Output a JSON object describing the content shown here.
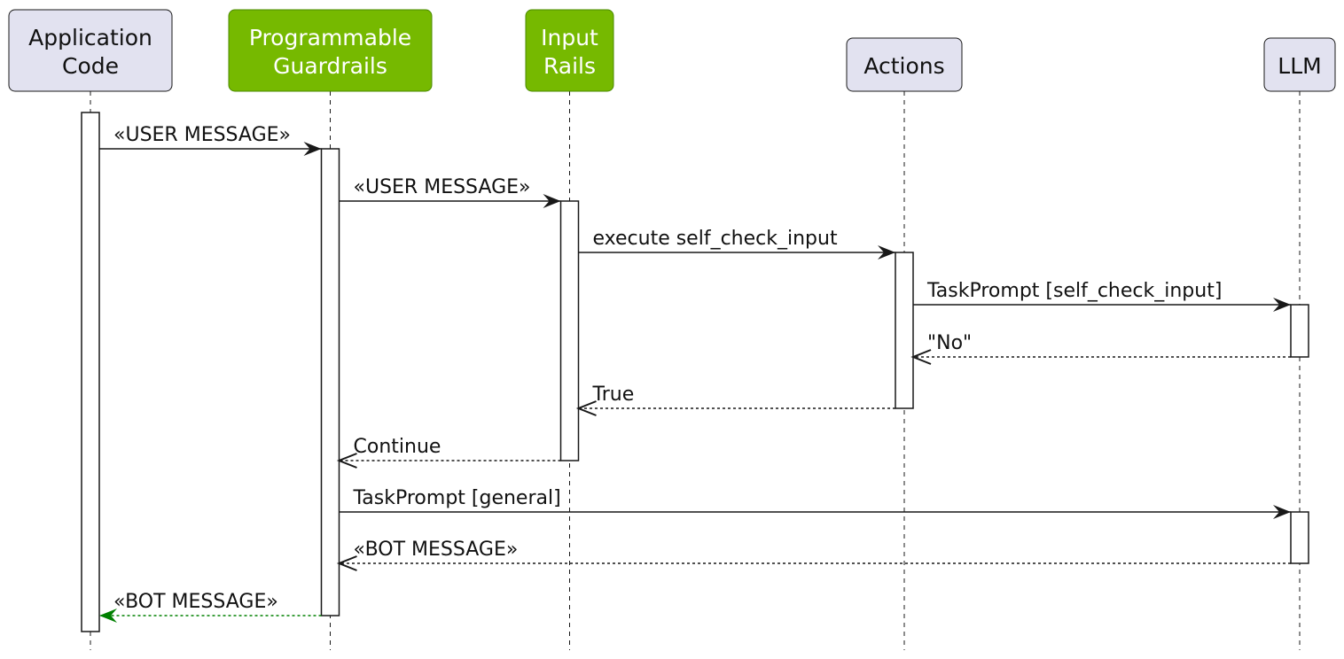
{
  "participants": [
    {
      "id": "app",
      "lines": [
        "Application",
        "Code"
      ],
      "style": "default"
    },
    {
      "id": "pg",
      "lines": [
        "Programmable",
        "Guardrails"
      ],
      "style": "highlight"
    },
    {
      "id": "ir",
      "lines": [
        "Input",
        "Rails"
      ],
      "style": "highlight"
    },
    {
      "id": "act",
      "lines": [
        "Actions"
      ],
      "style": "default"
    },
    {
      "id": "llm",
      "lines": [
        "LLM"
      ],
      "style": "default"
    }
  ],
  "messages": [
    {
      "from": "app",
      "to": "pg",
      "label": "«USER MESSAGE»",
      "kind": "call"
    },
    {
      "from": "pg",
      "to": "ir",
      "label": "«USER MESSAGE»",
      "kind": "call"
    },
    {
      "from": "ir",
      "to": "act",
      "label": "execute self_check_input",
      "kind": "call"
    },
    {
      "from": "act",
      "to": "llm",
      "label": "TaskPrompt [self_check_input]",
      "kind": "call"
    },
    {
      "from": "llm",
      "to": "act",
      "label": "\"No\"",
      "kind": "return"
    },
    {
      "from": "act",
      "to": "ir",
      "label": "True",
      "kind": "return"
    },
    {
      "from": "ir",
      "to": "pg",
      "label": "Continue",
      "kind": "return"
    },
    {
      "from": "pg",
      "to": "llm",
      "label": "TaskPrompt [general]",
      "kind": "call"
    },
    {
      "from": "llm",
      "to": "pg",
      "label": "«BOT MESSAGE»",
      "kind": "return"
    },
    {
      "from": "pg",
      "to": "app",
      "label": "«BOT MESSAGE»",
      "kind": "return-highlight"
    }
  ],
  "colors": {
    "participant_fill": "#e2e2f0",
    "participant_stroke": "#181818",
    "highlight_fill": "#76b900",
    "highlight_stroke": "#4a8a00",
    "highlight_text": "#ffffff",
    "default_text": "#111111",
    "arrow": "#181818",
    "return_highlight": "#008000"
  }
}
